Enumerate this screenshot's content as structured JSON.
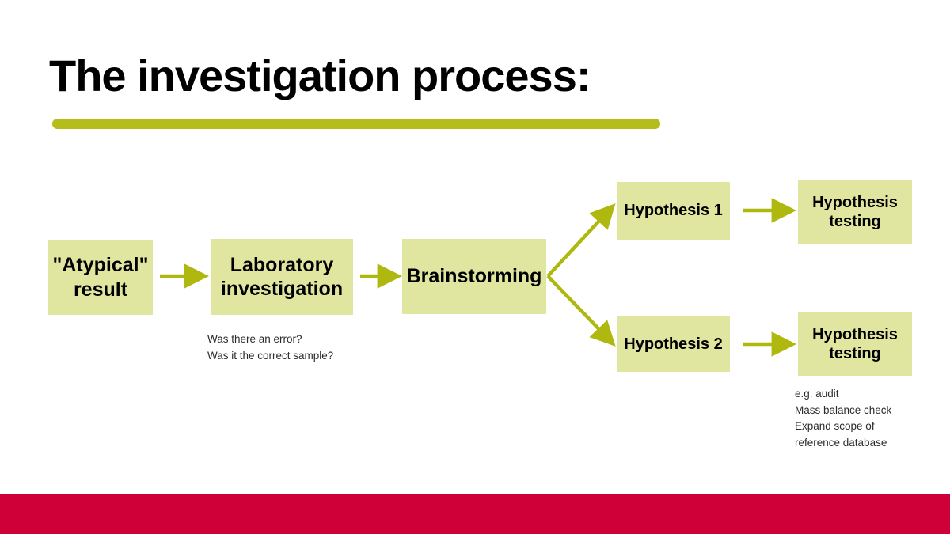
{
  "slide": {
    "title": "The investigation process:",
    "accent_color": "#b5bd1b",
    "band_color": "#ce0037",
    "node_fill": "#e0e5a0",
    "background": "#ffffff"
  },
  "flow": {
    "nodes": [
      {
        "id": "atypical",
        "label": "\"Atypical\"\nresult"
      },
      {
        "id": "lab",
        "label": "Laboratory\ninvestigation"
      },
      {
        "id": "brainstorm",
        "label": "Brainstorming"
      },
      {
        "id": "hyp1",
        "label": "Hypothesis 1"
      },
      {
        "id": "hyp2",
        "label": "Hypothesis 2"
      },
      {
        "id": "test1",
        "label": "Hypothesis\ntesting"
      },
      {
        "id": "test2",
        "label": "Hypothesis\ntesting"
      }
    ],
    "annotations": [
      {
        "id": "lab-notes",
        "text": "Was there an error?\nWas it the correct sample?"
      },
      {
        "id": "test-notes",
        "text": "e.g. audit\nMass balance check\nExpand scope of\nreference database"
      }
    ],
    "arrow_color": "#aeb80e"
  }
}
